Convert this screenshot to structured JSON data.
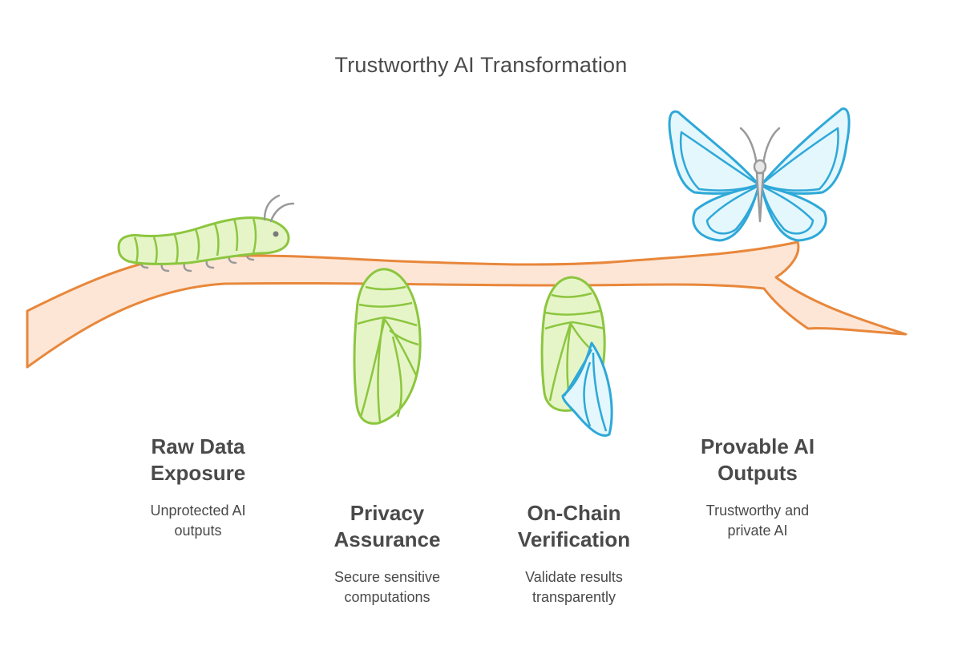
{
  "diagram": {
    "title": "Trustworthy AI Transformation",
    "stages": [
      {
        "title": "Raw Data Exposure",
        "line1": "Raw Data",
        "line2": "Exposure",
        "description_line1": "Unprotected AI",
        "description_line2": "outputs",
        "icon": "caterpillar-icon"
      },
      {
        "title": "Privacy Assurance",
        "line1": "Privacy",
        "line2": "Assurance",
        "description_line1": "Secure sensitive",
        "description_line2": "computations",
        "icon": "chrysalis-icon"
      },
      {
        "title": "On-Chain Verification",
        "line1": "On-Chain",
        "line2": "Verification",
        "description_line1": "Validate results",
        "description_line2": "transparently",
        "icon": "emerging-chrysalis-icon"
      },
      {
        "title": "Provable AI Outputs",
        "line1": "Provable AI",
        "line2": "Outputs",
        "description_line1": "Trustworthy and",
        "description_line2": "private AI",
        "icon": "butterfly-icon"
      }
    ]
  },
  "colors": {
    "branch_fill": "#fde6d6",
    "branch_stroke": "#e8873b",
    "green_fill": "#e6f5c8",
    "green_stroke": "#8cc63f",
    "blue_fill": "#e3f7fd",
    "blue_stroke": "#2ea8d8",
    "gray": "#9a9a9a",
    "text": "#4a4a4a"
  }
}
